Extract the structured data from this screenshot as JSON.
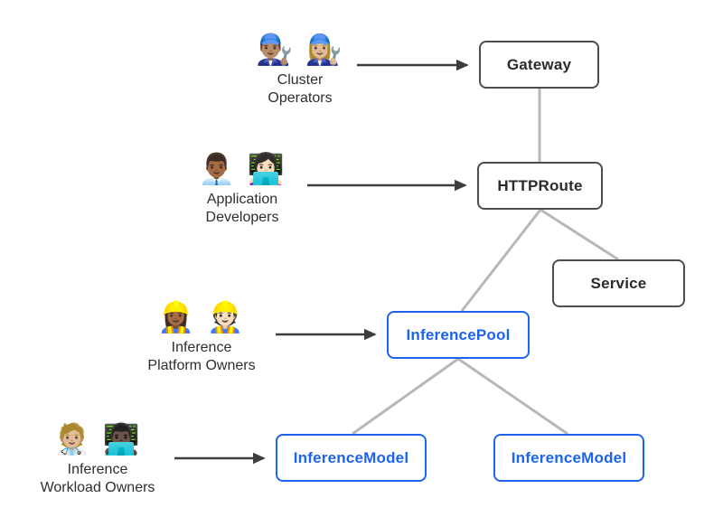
{
  "personas": [
    {
      "name": "cluster-operators",
      "emojis": [
        "👨🏽‍🔧",
        "👩🏼‍🔧"
      ],
      "label_lines": [
        "Cluster",
        "Operators"
      ],
      "target": "Gateway"
    },
    {
      "name": "application-developers",
      "emojis": [
        "👨🏾‍💼",
        "👩🏻‍💻"
      ],
      "label_lines": [
        "Application",
        "Developers"
      ],
      "target": "HTTPRoute"
    },
    {
      "name": "inference-platform-owners",
      "emojis": [
        "👷🏾‍♀️",
        "👷🏻"
      ],
      "label_lines": [
        "Inference",
        "Platform Owners"
      ],
      "target": "InferencePool"
    },
    {
      "name": "inference-workload-owners",
      "emojis": [
        "🧑🏼‍⚕️",
        "👨🏿‍💻"
      ],
      "label_lines": [
        "Inference",
        "Workload Owners"
      ],
      "target": "InferenceModel"
    }
  ],
  "nodes": [
    {
      "id": "gateway",
      "label": "Gateway",
      "style": "gray"
    },
    {
      "id": "httproute",
      "label": "HTTPRoute",
      "style": "gray"
    },
    {
      "id": "service",
      "label": "Service",
      "style": "gray"
    },
    {
      "id": "inferencepool",
      "label": "InferencePool",
      "style": "blue"
    },
    {
      "id": "inferencemodel-left",
      "label": "InferenceModel",
      "style": "blue"
    },
    {
      "id": "inferencemodel-right",
      "label": "InferenceModel",
      "style": "blue"
    }
  ],
  "edges": [
    {
      "from": "Gateway",
      "to": "HTTPRoute"
    },
    {
      "from": "HTTPRoute",
      "to": "InferencePool"
    },
    {
      "from": "HTTPRoute",
      "to": "Service"
    },
    {
      "from": "InferencePool",
      "to": "InferenceModel (left)"
    },
    {
      "from": "InferencePool",
      "to": "InferenceModel (right)"
    }
  ],
  "colors": {
    "gray_node_border": "#4d4d4d",
    "gray_node_text": "#2b2b2b",
    "blue_node": "#1c63ee",
    "edge_line": "#b8b8b8",
    "arrow_line": "#3d3d3d",
    "persona_text": "#2e2e2e",
    "background": "#ffffff"
  }
}
